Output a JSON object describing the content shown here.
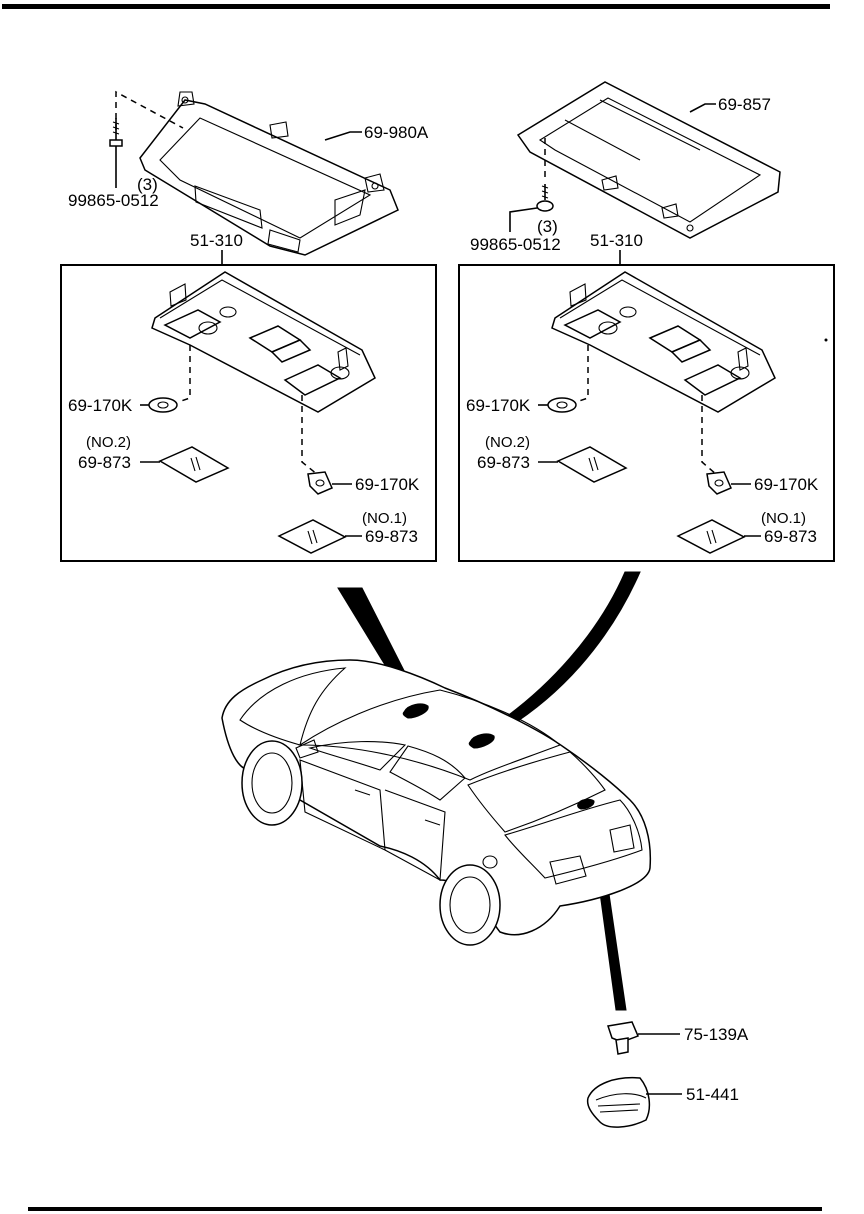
{
  "labels": {
    "bracket_left": "69-980A",
    "bracket_right": "69-857",
    "screw_left_qty": "(3)",
    "screw_left": "99865-0512",
    "screw_right_qty": "(3)",
    "screw_right": "99865-0512",
    "console_left": "51-310",
    "console_right": "51-310",
    "left_box": {
      "cap_a": "69-170K",
      "cap_b": "69-170K",
      "lens_no2_tag": "(NO.2)",
      "lens_no2": "69-873",
      "lens_no1_tag": "(NO.1)",
      "lens_no1": "69-873"
    },
    "right_box": {
      "cap_a": "69-170K",
      "cap_b": "69-170K",
      "lens_no2_tag": "(NO.2)",
      "lens_no2": "69-873",
      "lens_no1_tag": "(NO.1)",
      "lens_no1": "69-873"
    },
    "bulb": "75-139A",
    "trunk_lamp": "51-441"
  }
}
